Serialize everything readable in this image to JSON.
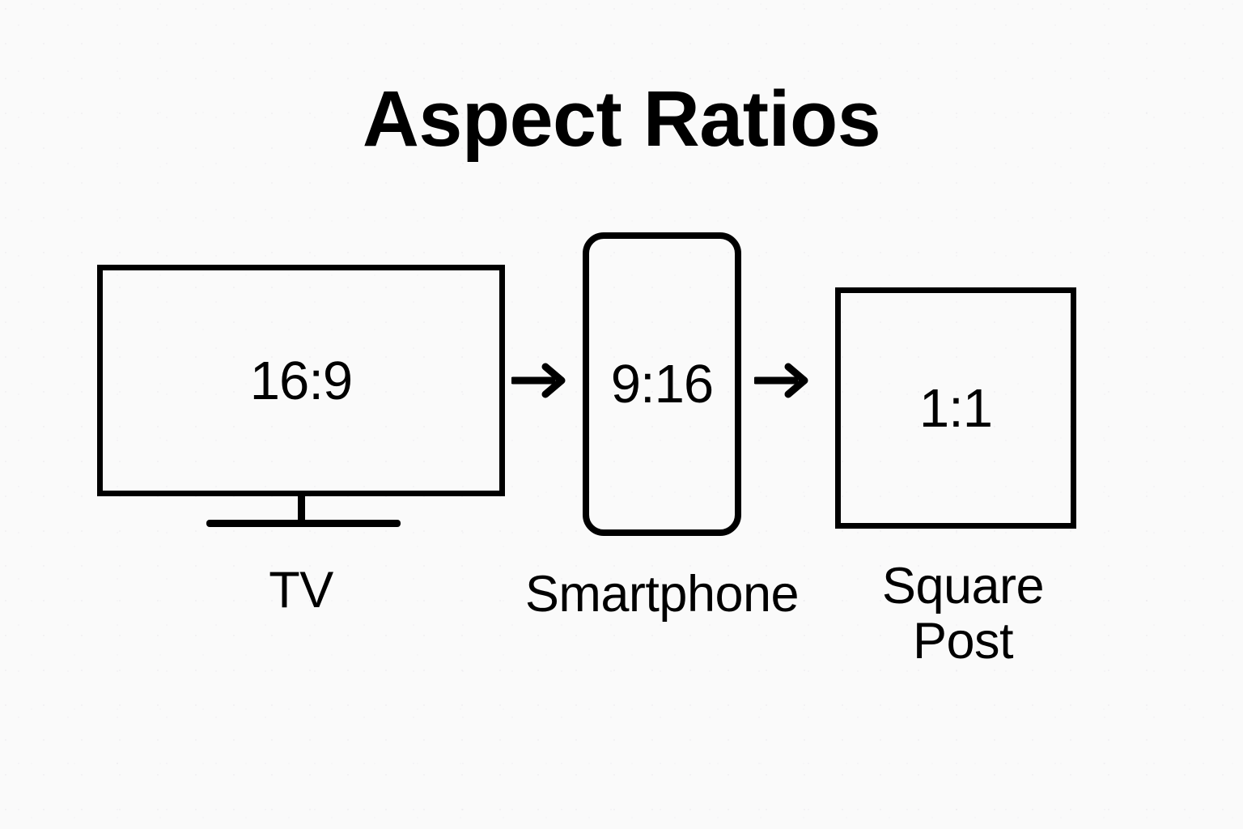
{
  "page": {
    "title": "Aspect Ratios",
    "background_color": "#fafafa",
    "stroke_color": "#000000"
  },
  "diagram": {
    "type": "flow",
    "nodes": [
      {
        "id": "tv",
        "shape": "tv-screen-with-stand",
        "ratio_label": "16:9",
        "caption": "TV"
      },
      {
        "id": "smartphone",
        "shape": "rounded-rectangle-portrait",
        "ratio_label": "9:16",
        "caption": "Smartphone"
      },
      {
        "id": "square-post",
        "shape": "square",
        "ratio_label": "1:1",
        "caption": "Square\nPost"
      }
    ],
    "connectors": [
      {
        "id": "arrow-1",
        "from": "tv",
        "to": "smartphone",
        "icon": "arrow-right-icon"
      },
      {
        "id": "arrow-2",
        "from": "smartphone",
        "to": "square-post",
        "icon": "arrow-right-icon"
      }
    ]
  }
}
